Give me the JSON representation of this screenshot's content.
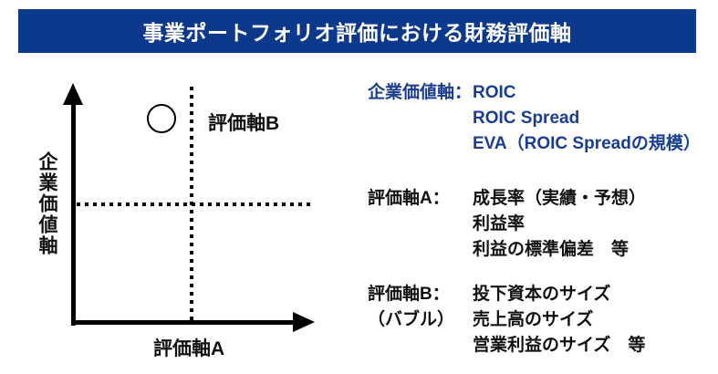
{
  "header": {
    "title": "事業ポートフォリオ評価における財務評価軸"
  },
  "colors": {
    "header_bg": "#0c398c",
    "accent_text": "#1a3e8f",
    "ink": "#111111",
    "axis": "#000000"
  },
  "diagram": {
    "y_axis_label": "企業価値軸",
    "x_axis_label": "評価軸A",
    "bubble_label": "評価軸B",
    "quadrants": "2x2 grid formed by dotted divider lines, one empty bubble marker in upper-left quadrant"
  },
  "legend": {
    "blocks": [
      {
        "label": "企業価値軸：",
        "sublabel": "",
        "items": [
          "ROIC",
          "ROIC Spread",
          "EVA（ROIC Spreadの規模）"
        ]
      },
      {
        "label": "評価軸A：",
        "sublabel": "",
        "items": [
          "成長率（実績・予想）",
          "利益率",
          "利益の標準偏差　等"
        ]
      },
      {
        "label": "評価軸B：",
        "sublabel": "（バブル）",
        "items": [
          "投下資本のサイズ",
          "売上高のサイズ",
          "営業利益のサイズ　等"
        ]
      }
    ]
  }
}
